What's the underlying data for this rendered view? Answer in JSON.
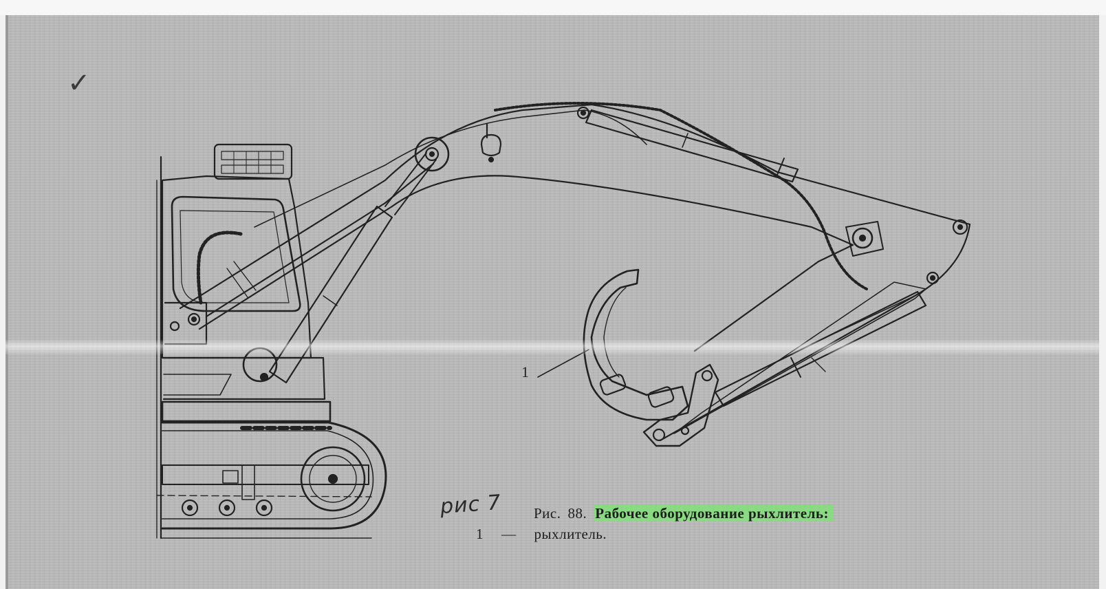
{
  "figure": {
    "label": "Рис.",
    "number": "88.",
    "title": "Рабочее оборудование рыхлитель:"
  },
  "legend": [
    {
      "num": "1",
      "dash": "—",
      "text": "рыхлитель."
    }
  ],
  "callout": "1",
  "handwritten_note": "рис 7",
  "check_mark": "✓",
  "colors": {
    "paper": "#b9b9b9",
    "ink": "#1d1d1d",
    "highlight": "#7ae670"
  }
}
